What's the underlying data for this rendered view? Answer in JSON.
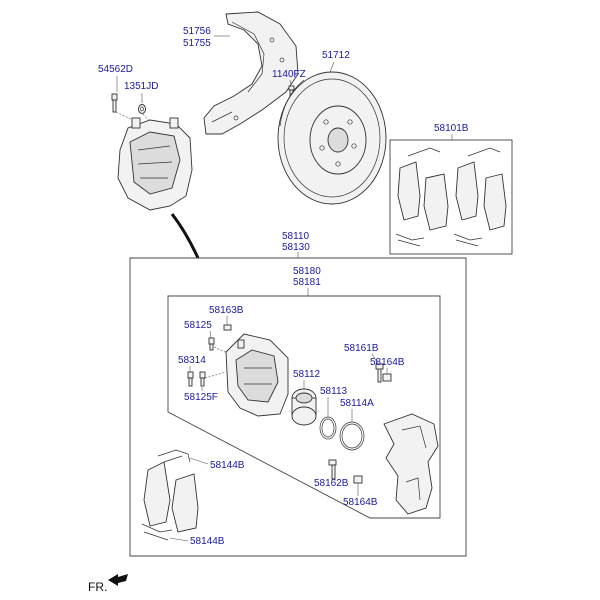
{
  "labels": {
    "l_54562D": "54562D",
    "l_1351JD": "1351JD",
    "l_51756": "51756",
    "l_51755": "51755",
    "l_1140FZ": "1140FZ",
    "l_51712": "51712",
    "l_58101B": "58101B",
    "l_58110": "58110",
    "l_58130": "58130",
    "l_58180": "58180",
    "l_58181": "58181",
    "l_58163B": "58163B",
    "l_58125": "58125",
    "l_58314": "58314",
    "l_58125F": "58125F",
    "l_58112": "58112",
    "l_58113": "58113",
    "l_58114A": "58114A",
    "l_58161B": "58161B",
    "l_58164B_top": "58164B",
    "l_58162B": "58162B",
    "l_58164B_bottom": "58164B",
    "l_58144B_top": "58144B",
    "l_58144B_bottom": "58144B"
  },
  "direction_marker": "FR.",
  "colors": {
    "label_text": "#1a1a9a",
    "line": "#333333"
  },
  "icons": {
    "direction_marker": "arrow-right-icon"
  }
}
